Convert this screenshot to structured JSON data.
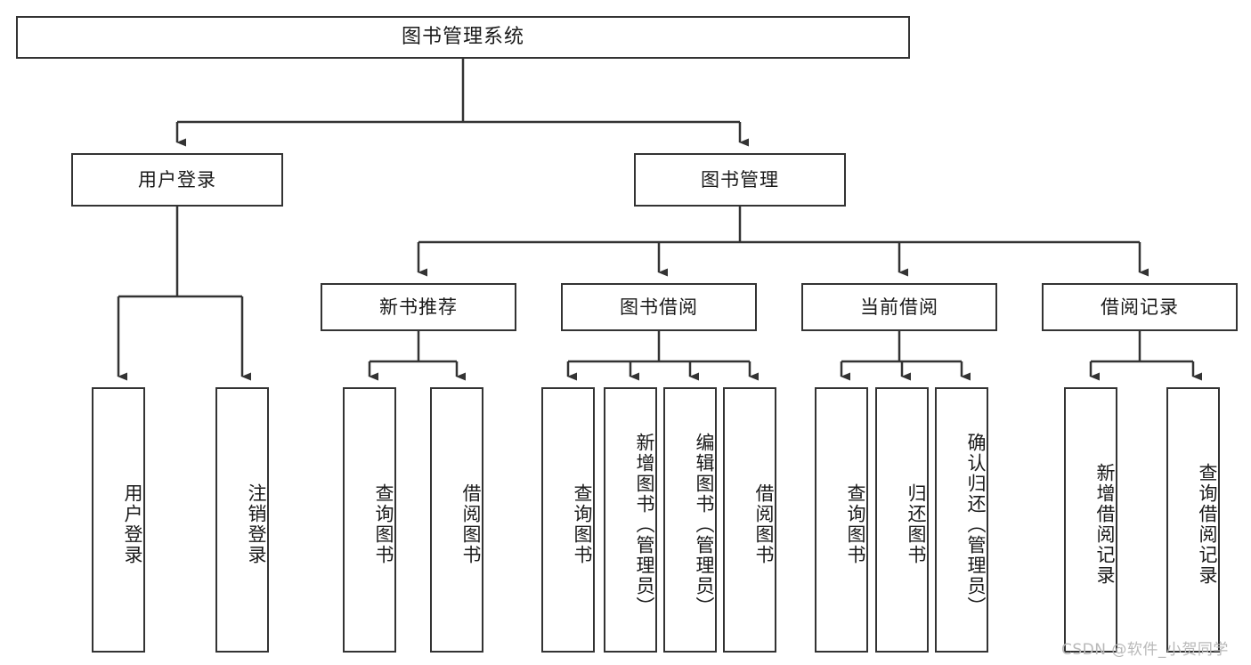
{
  "diagram": {
    "title": "图书管理系统",
    "type": "tree-hierarchy-diagram",
    "colors": {
      "box_border": "#333333",
      "box_fill": "#ffffff",
      "connector": "#333333",
      "text": "#1a1a1a",
      "watermark": "#b9b9b9",
      "background": "#ffffff"
    },
    "root": {
      "label": "图书管理系统"
    },
    "level2": [
      {
        "label": "用户登录"
      },
      {
        "label": "图书管理"
      }
    ],
    "level3": [
      {
        "label": "新书推荐"
      },
      {
        "label": "图书借阅"
      },
      {
        "label": "当前借阅"
      },
      {
        "label": "借阅记录"
      }
    ],
    "leaves": {
      "user_login": [
        {
          "label": "用户登录"
        },
        {
          "label": "注销登录"
        }
      ],
      "new_book_recommend": [
        {
          "label": "查询图书"
        },
        {
          "label": "借阅图书"
        }
      ],
      "book_borrow": [
        {
          "label": "查询图书"
        },
        {
          "label": "新增图书（管理员）"
        },
        {
          "label": "编辑图书（管理员）"
        },
        {
          "label": "借阅图书"
        }
      ],
      "current_borrow": [
        {
          "label": "查询图书"
        },
        {
          "label": "归还图书"
        },
        {
          "label": "确认归还（管理员）"
        }
      ],
      "borrow_record": [
        {
          "label": "新增借阅记录"
        },
        {
          "label": "查询借阅记录"
        }
      ]
    }
  },
  "watermark": {
    "text": "CSDN @软件_小贺同学"
  }
}
